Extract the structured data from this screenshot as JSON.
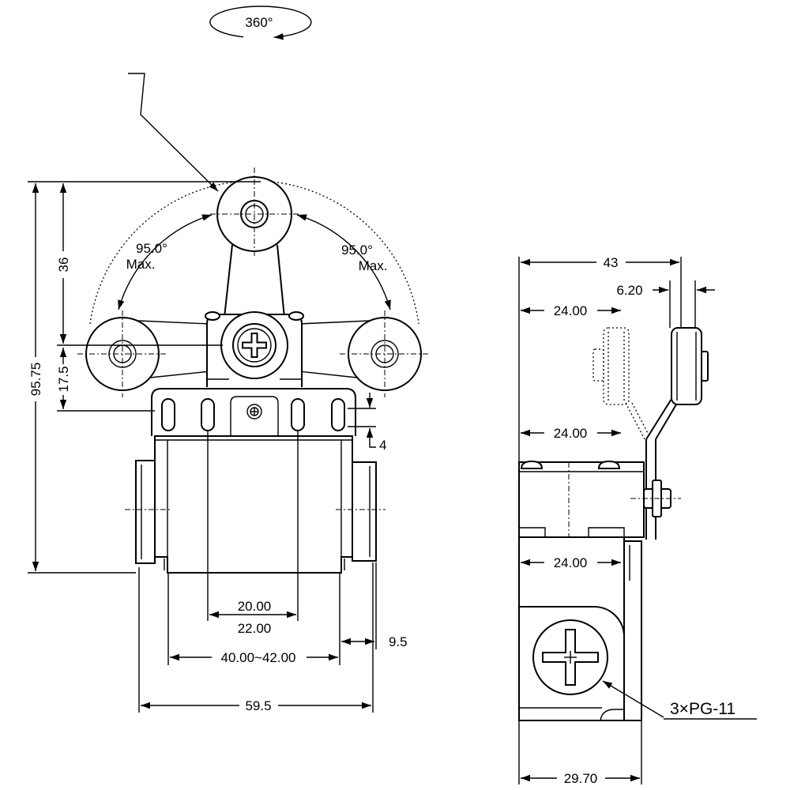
{
  "colors": {
    "line": "#000000",
    "background": "#ffffff"
  },
  "rotation": {
    "label": "360°"
  },
  "front_view": {
    "swing_left": {
      "angle": "95.0°",
      "limit": "Max."
    },
    "swing_right": {
      "angle": "95.0°",
      "limit": "Max."
    },
    "dimensions": {
      "overall_height": "95.75",
      "roller_height": "36",
      "pivot_height": "17.5",
      "slot_offset": "4",
      "slot_spacing_a": "20.00",
      "slot_spacing_b": "22.00",
      "mounting_spacing": "40.00~42.00",
      "gland_projection": "9.5",
      "overall_width": "59.5"
    }
  },
  "side_view": {
    "dimensions": {
      "overall_depth": "43",
      "roller_width": "6.20",
      "roller_offset": "24.00",
      "lever_offset": "24.00",
      "body_offset": "24.00",
      "body_width": "29.70"
    },
    "gland_label": "3×PG-11"
  }
}
